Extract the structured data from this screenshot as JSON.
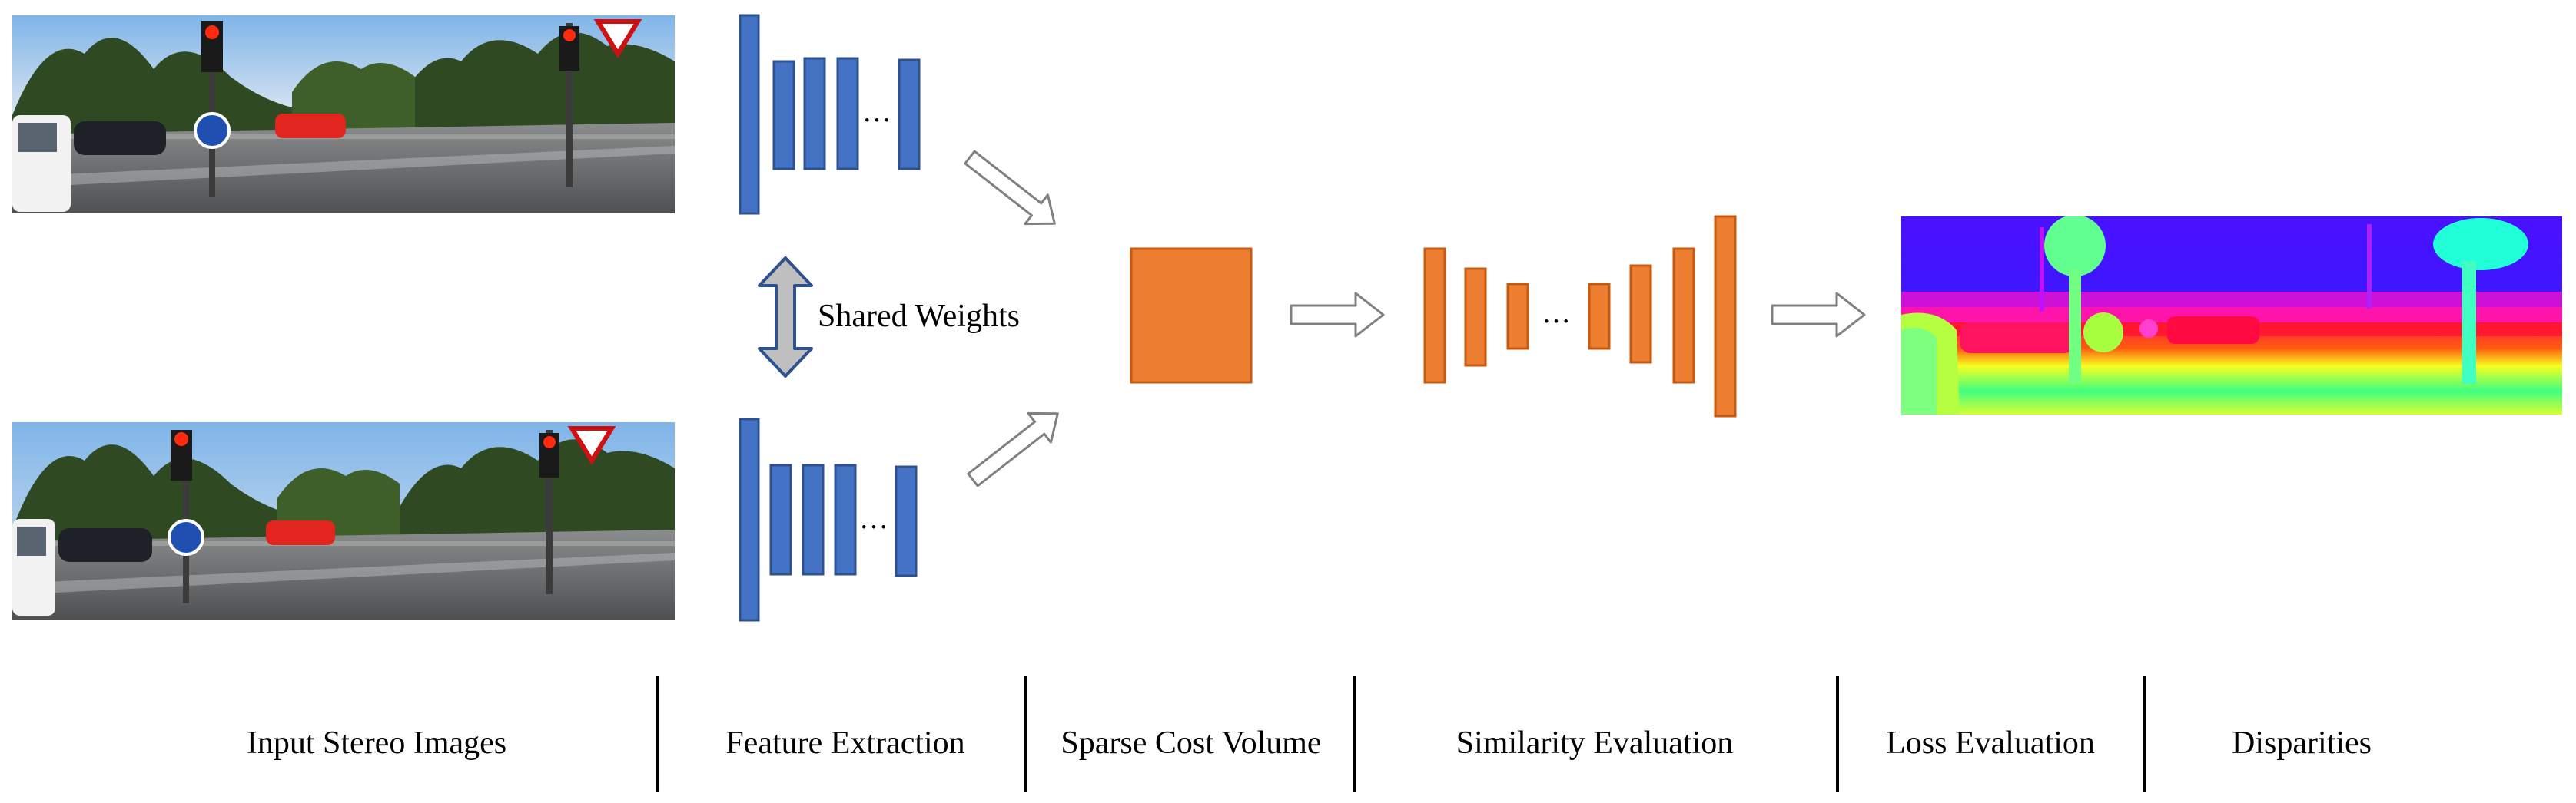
{
  "shared_weights_label": "Shared Weights",
  "ellipsis": "…",
  "stages": [
    "Input Stereo Images",
    "Feature Extraction",
    "Sparse Cost Volume",
    "Similarity Evaluation",
    "Loss Evaluation",
    "Disparities"
  ],
  "colors": {
    "feature_blue": "#4472C4",
    "feature_blue_edge": "#2F528F",
    "similarity_orange": "#ED7D31",
    "similarity_orange_edge": "#C55A11",
    "arrow_outline": "#808080",
    "shared_arrow_fill": "#BFBFBF",
    "shared_arrow_edge": "#2F528F"
  },
  "icons": {
    "input_left_image": "stereo-left-street-photo",
    "input_right_image": "stereo-right-street-photo",
    "disparity_map": "colorized-disparity-map"
  }
}
